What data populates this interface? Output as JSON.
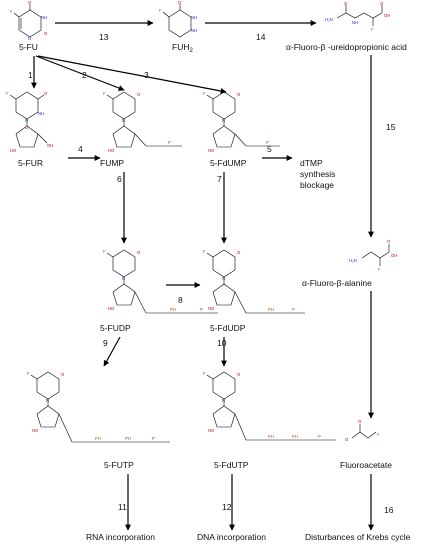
{
  "compounds": {
    "fu": "5-FU",
    "fuh2": "FUH",
    "fuh2_sub": "2",
    "fupa": "α-Fluoro-β -ureidopropionic acid",
    "fur": "5-FUR",
    "fump": "FUMP",
    "fdump": "5-FdUMP",
    "fudp": "5-FUDP",
    "fdudp": "5-FdUDP",
    "futp": "5-FUTP",
    "fdutp": "5-FdUTP",
    "fbal": "α-Fluoro-β-alanine",
    "fac": "Fluoroacetate"
  },
  "outcomes": {
    "dtmp_1": "dTMP",
    "dtmp_2": "synthesis",
    "dtmp_3": "blockage",
    "rna": "RNA incorporation",
    "dna": "DNA incorporation",
    "krebs": "Disturbances of Krebs cycle"
  },
  "steps": [
    "1",
    "2",
    "3",
    "4",
    "5",
    "6",
    "7",
    "8",
    "9",
    "10",
    "11",
    "12",
    "13",
    "14",
    "15",
    "16"
  ],
  "atoms": {
    "F": "F",
    "O": "O",
    "N": "N",
    "NH": "NH",
    "HN": "HN",
    "H2N": "H₂N",
    "HO": "HO",
    "OH": "OH",
    "P": "P",
    "PH": "PH"
  }
}
